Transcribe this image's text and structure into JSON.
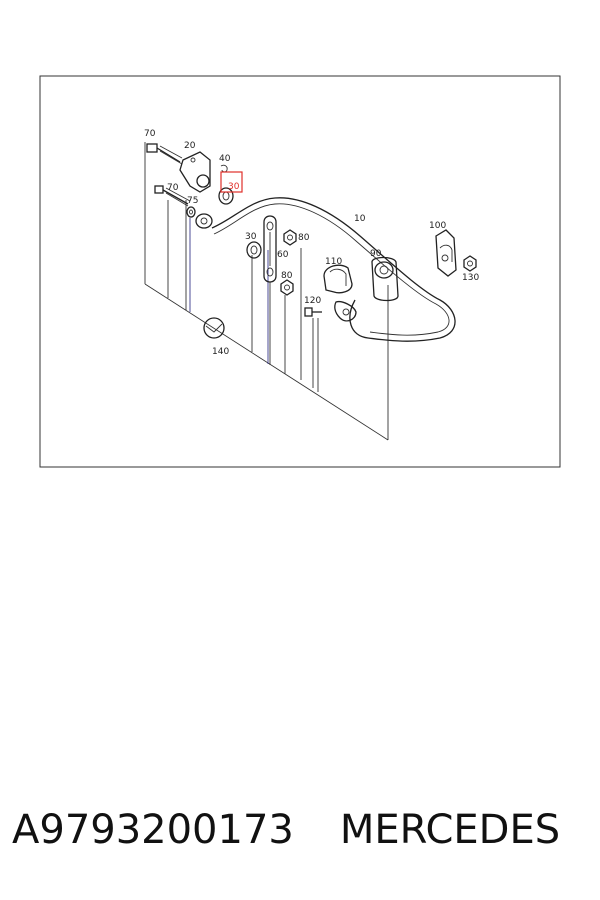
{
  "diagram": {
    "callouts": {
      "c70a": "70",
      "c20": "20",
      "c40": "40",
      "c30a": "30",
      "c70b": "70",
      "c75": "75",
      "c10": "10",
      "c100": "100",
      "c30b": "30",
      "c80a": "80",
      "c60": "60",
      "c90": "90",
      "c110": "110",
      "c130": "130",
      "c80b": "80",
      "c120": "120",
      "c140": "140"
    },
    "highlighted_callout": "30",
    "highlight_color": "#e0302a"
  },
  "caption": {
    "part_number": "A9793200173",
    "brand": "MERCEDES"
  }
}
